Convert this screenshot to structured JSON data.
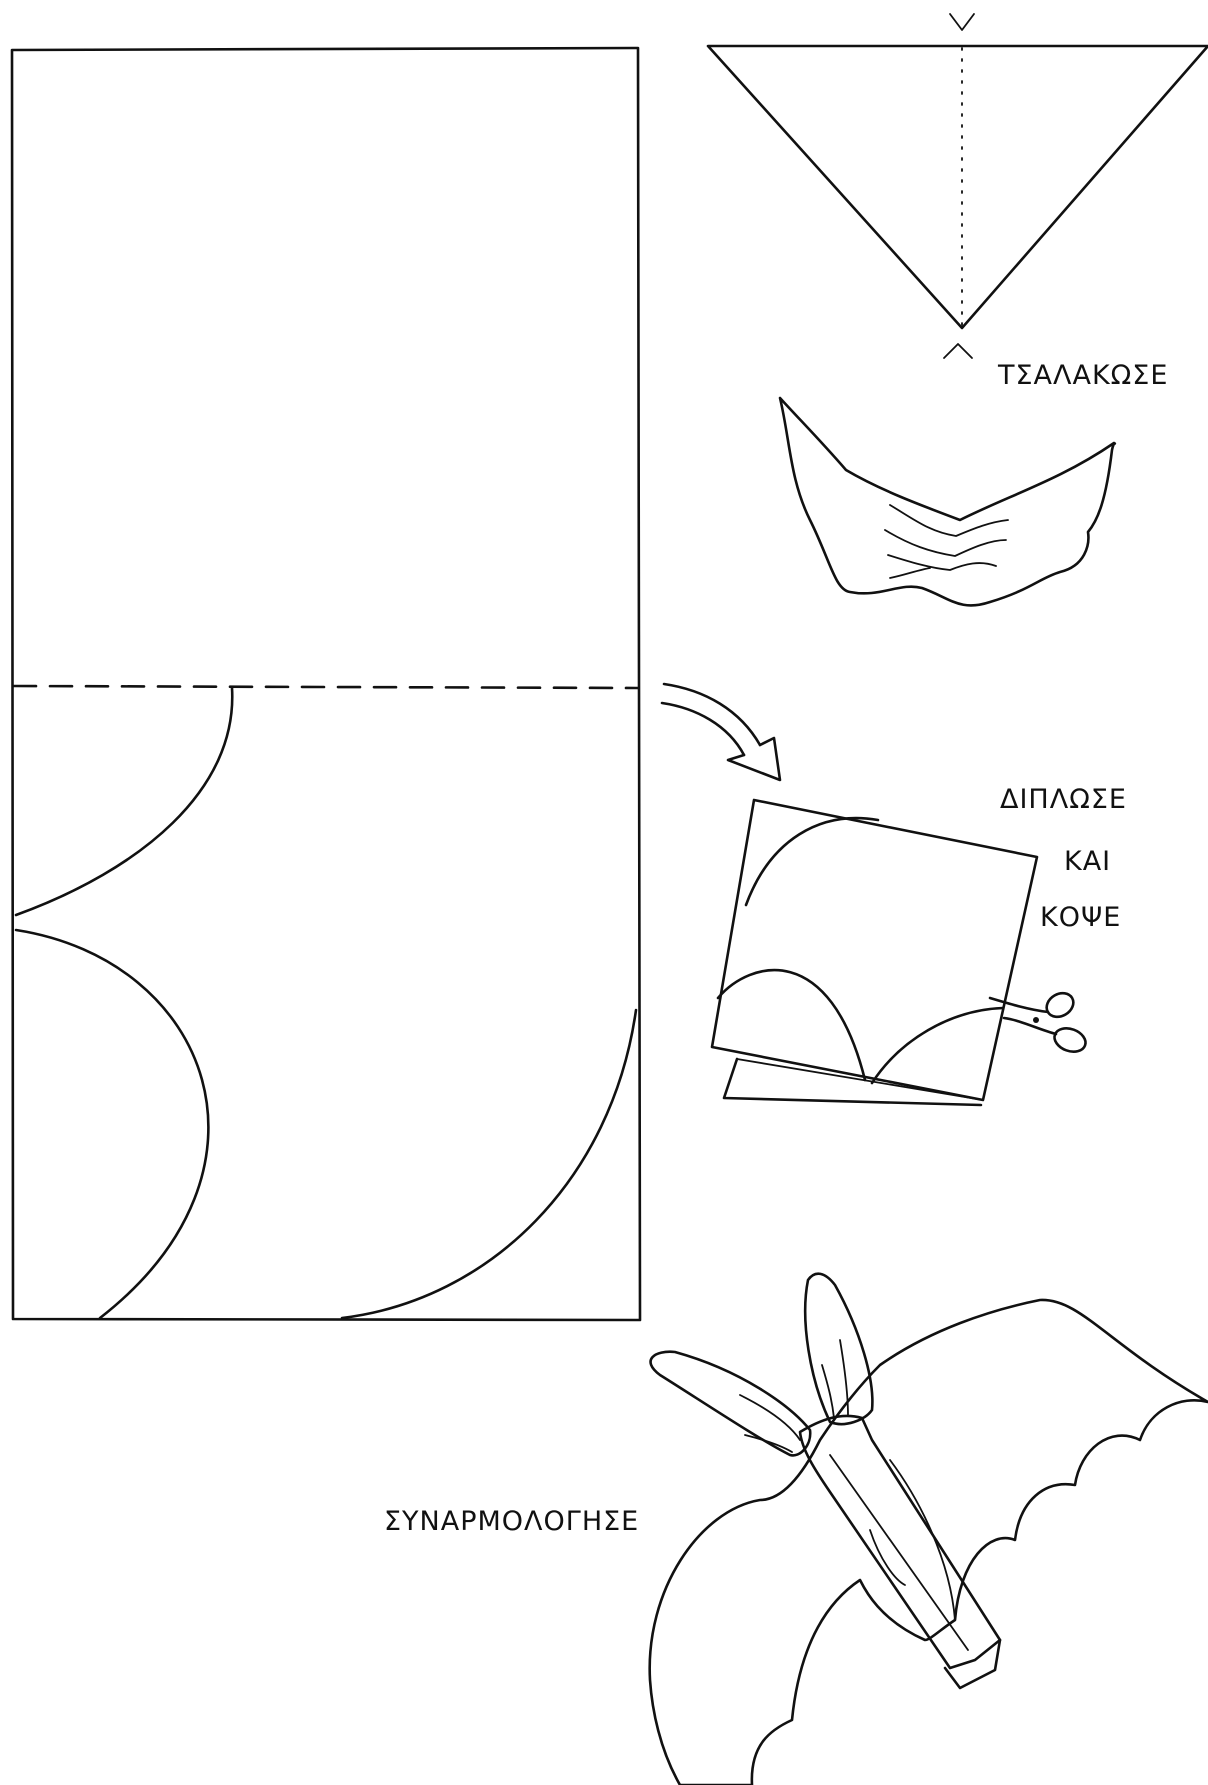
{
  "labels": {
    "crumple": "ΤΣΑΛΑΚΩΣΕ",
    "fold": "ΔΙΠΛΩΣΕ",
    "and": "ΚΑΙ",
    "cut": "ΚΟΨΕ",
    "assemble": "ΣΥΝΑΡΜΟΛΟΓΗΣΕ"
  }
}
